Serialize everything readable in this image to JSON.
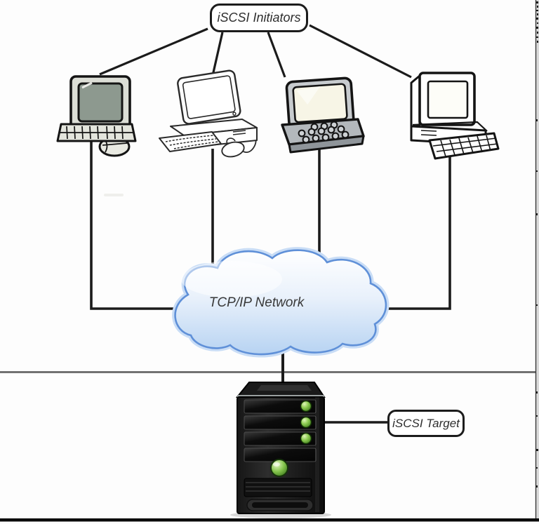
{
  "diagram": {
    "initiators_label": "iSCSI Initiators",
    "network_label": "TCP/IP Network",
    "target_label": "iSCSI Target",
    "initiators": [
      {
        "icon": "desktop-crt-computer-icon"
      },
      {
        "icon": "sketch-desktop-computer-icon"
      },
      {
        "icon": "laptop-computer-icon"
      },
      {
        "icon": "tower-desktop-computer-icon"
      }
    ],
    "server": {
      "icon": "server-tower-icon",
      "drive_bays": 4,
      "green_leds": 3
    },
    "colors": {
      "connector": "#1b1b1b",
      "cloud_border": "#5f90d8",
      "cloud_fill_bottom": "#b7d3f2",
      "led_green": "#6cc04a",
      "server_body": "#1d1d1d",
      "label_text": "#2e2e2e"
    }
  }
}
